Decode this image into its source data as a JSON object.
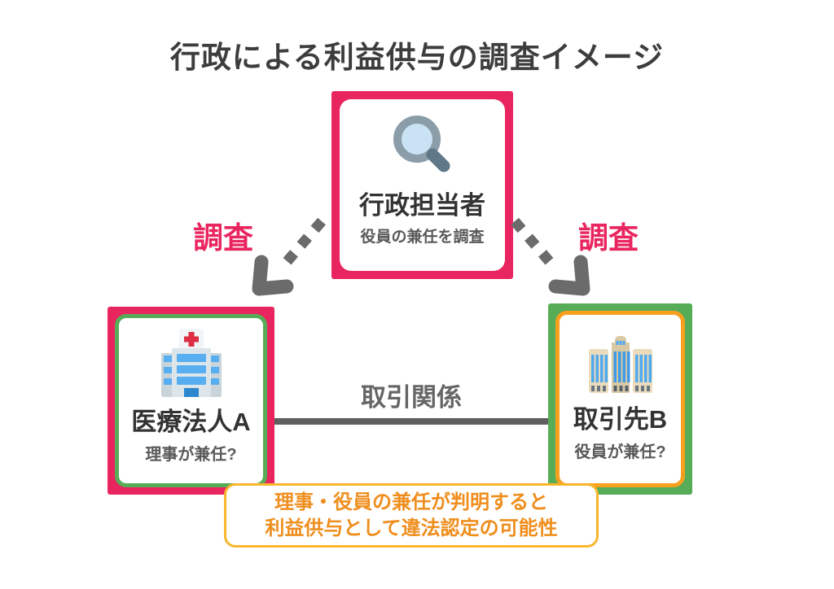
{
  "title": "行政による利益供与の調査イメージ",
  "investigator": {
    "label": "行政担当者",
    "sublabel": "役員の兼任を調査",
    "icon": "magnifying-glass-icon"
  },
  "left_entity": {
    "label": "医療法人A",
    "sublabel": "理事が兼任?",
    "icon": "hospital-icon"
  },
  "right_entity": {
    "label": "取引先B",
    "sublabel": "役員が兼任?",
    "icon": "office-building-icon"
  },
  "arrows": {
    "left_label": "調査",
    "right_label": "調査"
  },
  "relationship": {
    "label": "取引関係"
  },
  "note": {
    "line1": "理事・役員の兼任が判明すると",
    "line2": "利益供与として違法認定の可能性"
  },
  "colors": {
    "pink": "#E9255F",
    "green": "#57AC57",
    "orange_border": "#F7A01E",
    "note_border": "#F8B62D",
    "note_text": "#EF8E1D",
    "arrow_gray": "#6B6B6B",
    "line_gray": "#5F5F5F",
    "text_dark": "#333333",
    "text_gray": "#595959"
  }
}
